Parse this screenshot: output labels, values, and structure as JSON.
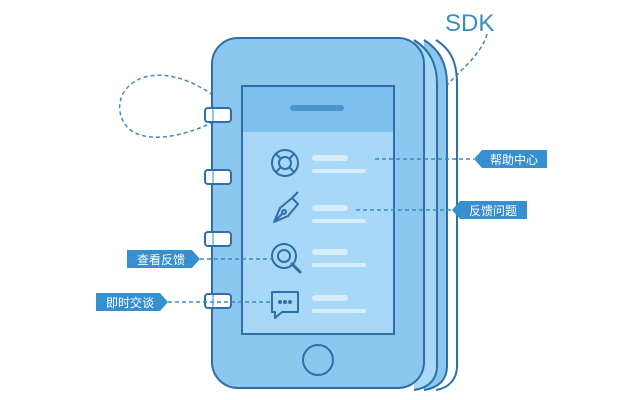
{
  "sdk_label": "SDK",
  "menu_rows": [
    {
      "icon": "lifebuoy-icon"
    },
    {
      "icon": "pen-nib-icon"
    },
    {
      "icon": "magnifier-icon"
    },
    {
      "icon": "chat-bubble-icon"
    }
  ],
  "callouts": {
    "help_center": "帮助中心",
    "feedback_issue": "反馈问题",
    "view_feedback": "查看反馈",
    "instant_chat": "即时交谈"
  },
  "colors": {
    "outline": "#2e6fa8",
    "phone_body": "#8cc7f0",
    "screen_top": "#7dc0ee",
    "screen": "#a7d8f8",
    "tag": "#3690cf",
    "sdk_text": "#3a8cc4",
    "dash": "#3b8ac2"
  }
}
